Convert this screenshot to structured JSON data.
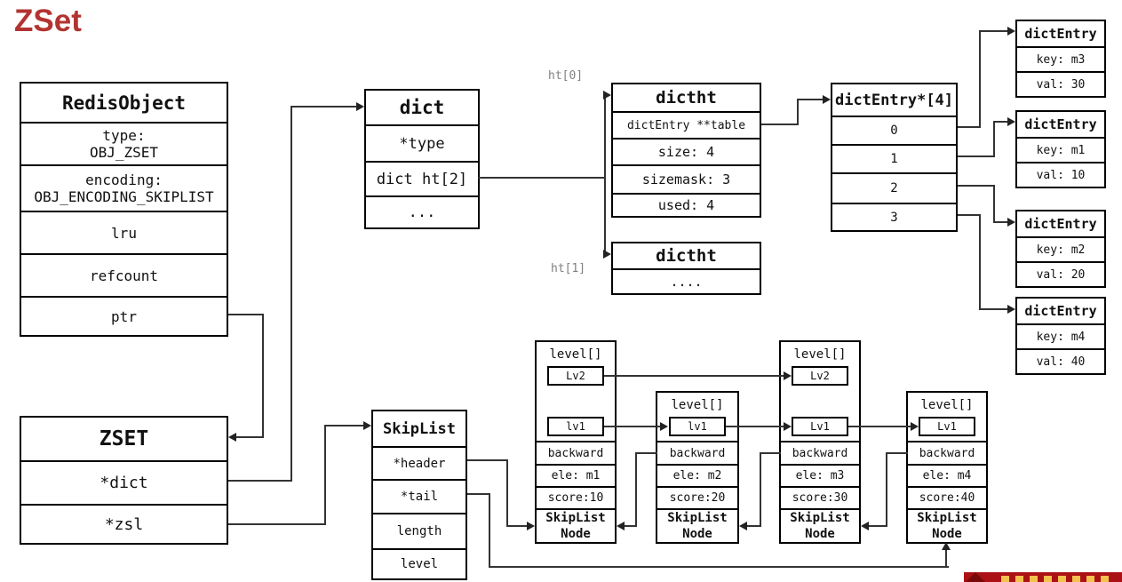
{
  "title": "ZSet",
  "labels": {
    "ht0": "ht[0]",
    "ht1": "ht[1]"
  },
  "redis_object": {
    "title": "RedisObject",
    "rows": [
      "type:\nOBJ_ZSET",
      "encoding:\nOBJ_ENCODING_SKIPLIST",
      "lru",
      "refcount",
      "ptr"
    ]
  },
  "zset": {
    "title": "ZSET",
    "rows": [
      "*dict",
      "*zsl"
    ]
  },
  "dict": {
    "title": "dict",
    "rows": [
      "*type",
      "dict ht[2]",
      "..."
    ]
  },
  "dictht0": {
    "title": "dictht",
    "rows": [
      "dictEntry **table",
      "size: 4",
      "sizemask: 3",
      "used: 4"
    ]
  },
  "dictht1": {
    "title": "dictht",
    "rows": [
      "...."
    ]
  },
  "dict_entry_array": {
    "title": "dictEntry*[4]",
    "rows": [
      "0",
      "1",
      "2",
      "3"
    ]
  },
  "dict_entries": [
    {
      "title": "dictEntry",
      "key": "key: m3",
      "val": "val: 30"
    },
    {
      "title": "dictEntry",
      "key": "key: m1",
      "val": "val: 10"
    },
    {
      "title": "dictEntry",
      "key": "key: m2",
      "val": "val: 20"
    },
    {
      "title": "dictEntry",
      "key": "key: m4",
      "val": "val: 40"
    }
  ],
  "skiplist": {
    "title": "SkipList",
    "rows": [
      "*header",
      "*tail",
      "length",
      "level"
    ]
  },
  "nodes": [
    {
      "level_label": "level[]",
      "lv_top": "Lv2",
      "lv_bottom": "lv1",
      "backward": "backward",
      "ele": "ele: m1",
      "score": "score:10",
      "footer": "SkipList\nNode"
    },
    {
      "level_label": "level[]",
      "lv_bottom": "lv1",
      "backward": "backward",
      "ele": "ele: m2",
      "score": "score:20",
      "footer": "SkipList\nNode"
    },
    {
      "level_label": "level[]",
      "lv_top": "Lv2",
      "lv_bottom": "Lv1",
      "backward": "backward",
      "ele": "ele: m3",
      "score": "score:30",
      "footer": "SkipList\nNode"
    },
    {
      "level_label": "level[]",
      "lv_bottom": "Lv1",
      "backward": "backward",
      "ele": "ele: m4",
      "score": "score:40",
      "footer": "SkipList\nNode"
    }
  ],
  "colors": {
    "title": "#b23431",
    "line": "#333333",
    "muted_label": "#808080",
    "banner": "#ac1115",
    "banner_dark": "#7a0a0a",
    "banner_gold": "#f2c14e"
  }
}
